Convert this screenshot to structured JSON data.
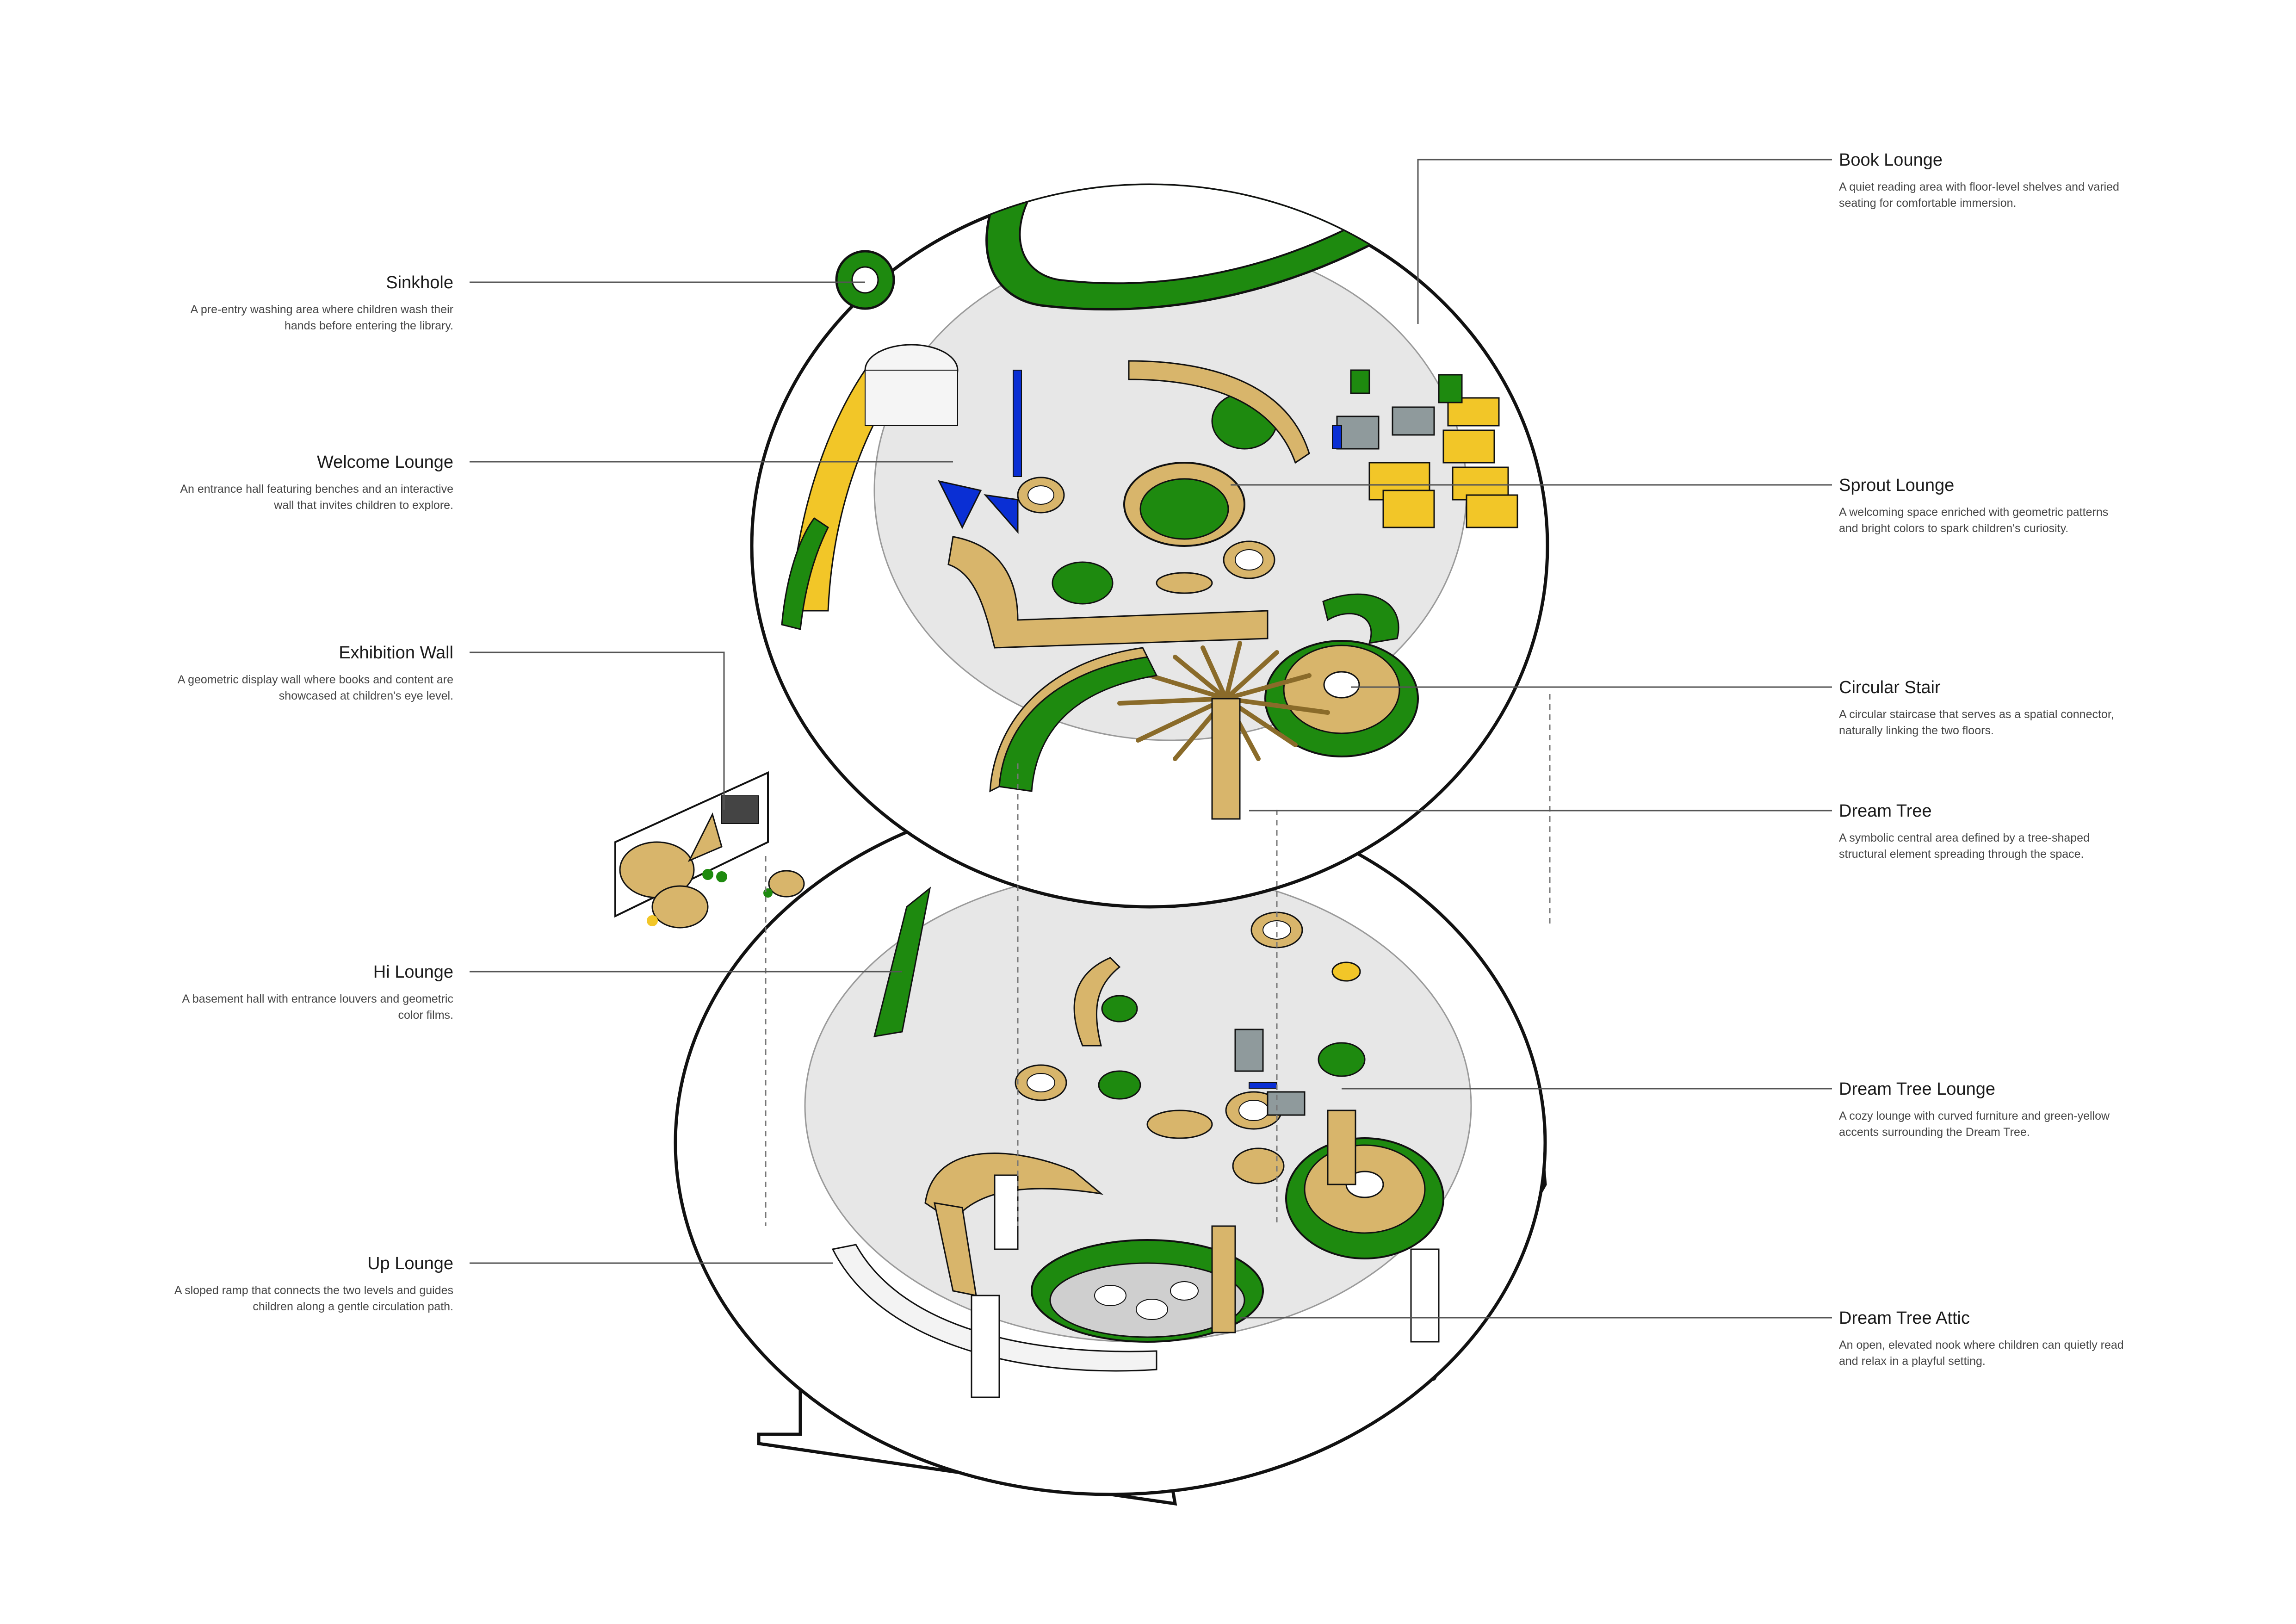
{
  "colors": {
    "green": "#1e8a0f",
    "yellow": "#f2c628",
    "wood": "#d8b56b",
    "blue": "#0a2fd4",
    "gray": "#8f9a9c",
    "floor": "#e7e7e7",
    "line": "#111111"
  },
  "annotations_left": [
    {
      "id": "sinkhole",
      "title": "Sinkhole",
      "description": "A pre-entry washing area where children wash their hands before entering the library."
    },
    {
      "id": "welcome-lounge",
      "title": "Welcome Lounge",
      "description": "An entrance hall featuring benches and an interactive wall that invites children to explore."
    },
    {
      "id": "exhibition-wall",
      "title": "Exhibition Wall",
      "description": "A geometric display wall where books and content are showcased at children's eye level."
    },
    {
      "id": "hi-lounge",
      "title": "Hi Lounge",
      "description": "A basement hall with entrance louvers and geometric color films."
    },
    {
      "id": "up-lounge",
      "title": "Up Lounge",
      "description": "A sloped ramp that connects the two levels and guides children along a gentle circulation path."
    }
  ],
  "annotations_right": [
    {
      "id": "book-lounge",
      "title": "Book Lounge",
      "description": "A quiet reading area with floor-level shelves and varied seating for comfortable immersion."
    },
    {
      "id": "sprout-lounge",
      "title": "Sprout Lounge",
      "description": "A welcoming space enriched with geometric patterns and bright colors to spark children's curiosity."
    },
    {
      "id": "circular-stair",
      "title": "Circular Stair",
      "description": "A circular staircase that serves as a spatial connector, naturally linking the two floors."
    },
    {
      "id": "dream-tree",
      "title": "Dream Tree",
      "description": "A symbolic central area defined by a tree-shaped structural element spreading through the space."
    },
    {
      "id": "dream-tree-lounge",
      "title": "Dream Tree Lounge",
      "description": "A cozy lounge with curved furniture and green-yellow accents surrounding the Dream Tree."
    },
    {
      "id": "dream-tree-attic",
      "title": "Dream Tree Attic",
      "description": "An open, elevated nook where children can quietly read and relax in a playful setting."
    }
  ]
}
